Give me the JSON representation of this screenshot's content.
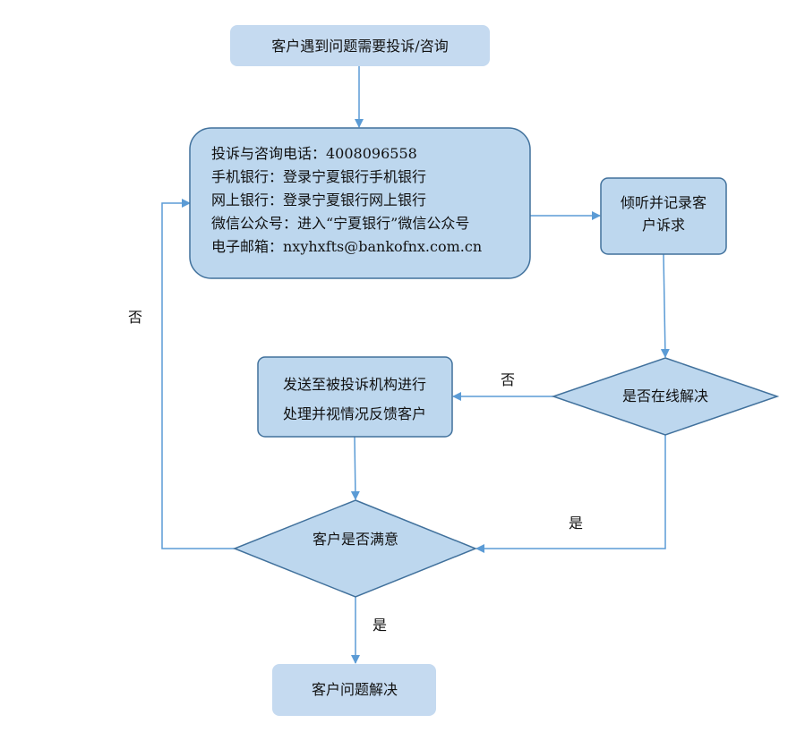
{
  "colors": {
    "fill_light": "#c5daf0",
    "fill_box": "#bdd7ee",
    "stroke": "#41719c",
    "arrow": "#5b9bd5"
  },
  "nodes": {
    "start": {
      "label": "客户遇到问题需要投诉/咨询"
    },
    "channels": {
      "lines": [
        "投诉与咨询电话：4008096558",
        "手机银行：登录宁夏银行手机银行",
        "网上银行：登录宁夏银行网上银行",
        "微信公众号：进入“宁夏银行”微信公众号",
        "电子邮箱：nxyhxfts@bankofnx.com.cn"
      ]
    },
    "listen": {
      "lines": [
        "倾听并记录客",
        "户诉求"
      ]
    },
    "online_decision": {
      "label": "是否在线解决"
    },
    "forward": {
      "lines": [
        "发送至被投诉机构进行",
        "处理并视情况反馈客户"
      ]
    },
    "satisfied_decision": {
      "label": "客户是否满意"
    },
    "end": {
      "label": "客户问题解决"
    }
  },
  "edge_labels": {
    "online_no": "否",
    "online_yes": "是",
    "satisfied_no": "否",
    "satisfied_yes": "是"
  }
}
